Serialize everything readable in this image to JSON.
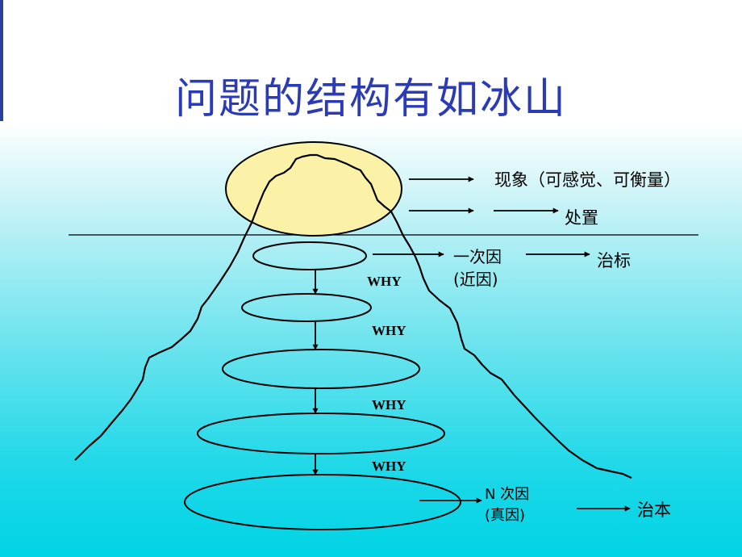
{
  "title": "问题的结构有如冰山",
  "labels": {
    "phenomenon": "现象（可感觉、可衡量）",
    "handle": "处置",
    "first_cause_l1": "一次因",
    "first_cause_l2": "(近因)",
    "treat_symptom": "治标",
    "n_cause_l1": "N 次因",
    "n_cause_l2": "(真因)",
    "treat_root": "治本"
  },
  "why_labels": [
    "WHY",
    "WHY",
    "WHY",
    "WHY"
  ],
  "colors": {
    "title": "#2b3bb5",
    "tip_fill": "#fbf2a8",
    "line": "#000000",
    "background_bottom": "#00d4e6"
  }
}
